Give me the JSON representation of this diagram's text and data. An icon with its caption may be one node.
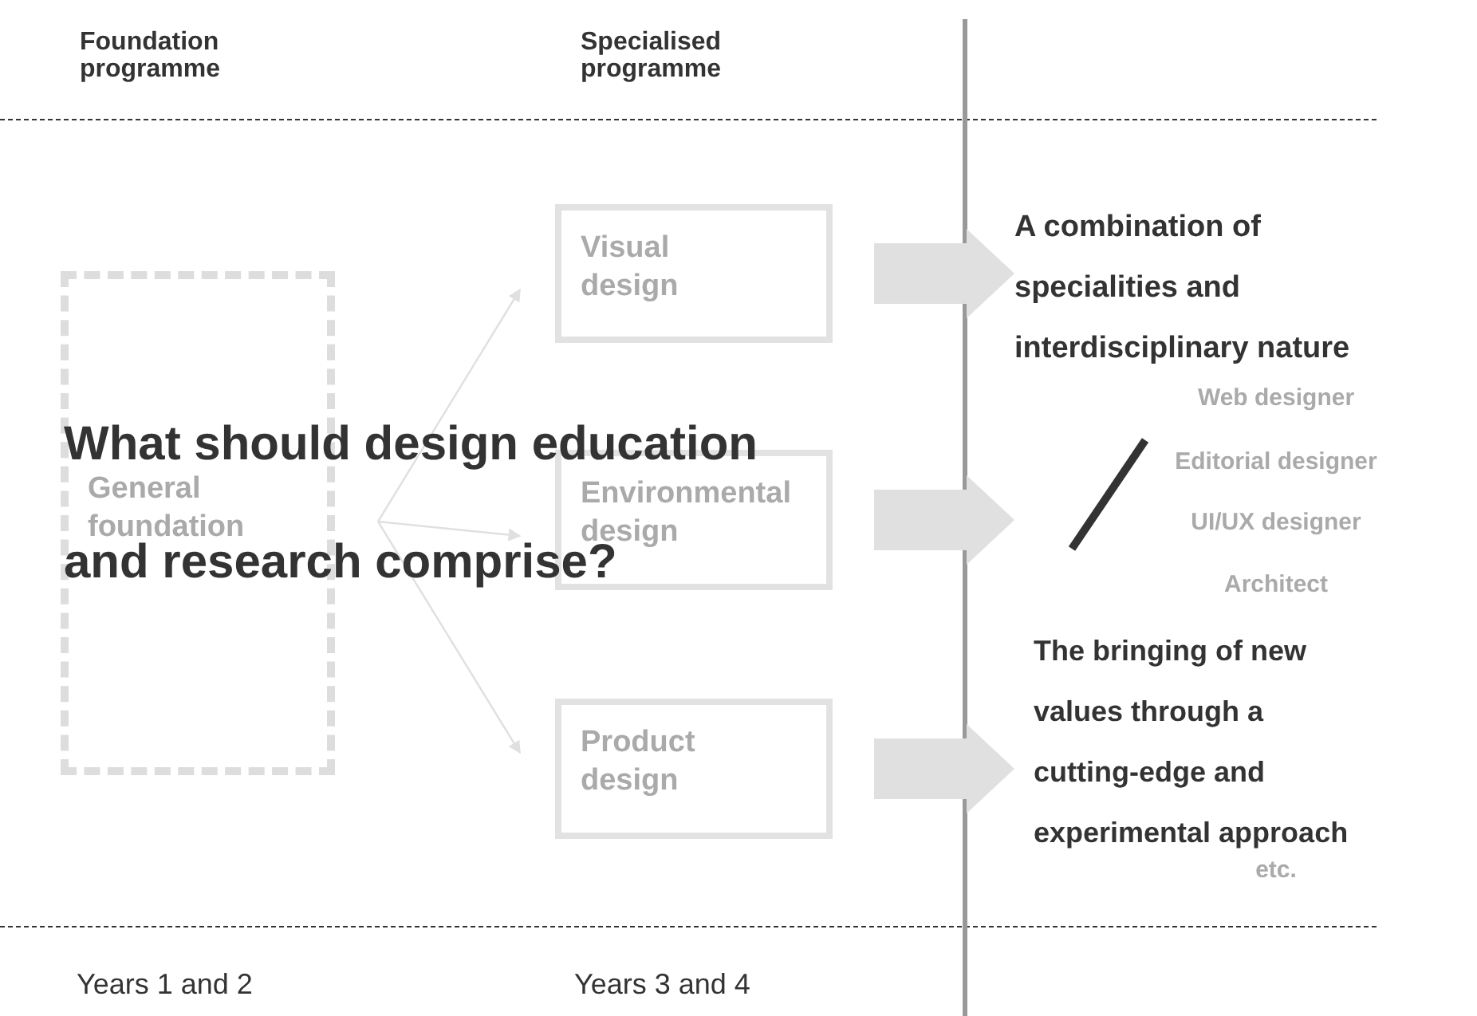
{
  "diagram": {
    "title": "What should design education and research comprise?",
    "nodes": [
      {
        "text": [
          "General foundation"
        ]
      },
      {
        "text": [
          "Visual design"
        ]
      },
      {
        "text": [
          "Environmental design"
        ]
      },
      {
        "text": [
          "Product design"
        ]
      }
    ],
    "edges": [
      {
        "from": 0,
        "to": 1,
        "arrow": "to"
      },
      {
        "from": 0,
        "to": 2,
        "arrow": "to"
      },
      {
        "from": 0,
        "to": 3,
        "arrow": "to"
      },
      {
        "from": 1,
        "to": null,
        "arrow": "to",
        "style": "thick"
      },
      {
        "from": 2,
        "to": null,
        "arrow": "to",
        "style": "thick"
      },
      {
        "from": 3,
        "to": null,
        "arrow": "to",
        "style": "thick"
      }
    ],
    "labels": [
      "Foundation programme",
      "Specialised programme",
      "A combination of specialities and interdisciplinary nature",
      "Web designer",
      "Editorial designer",
      "UI/UX designer",
      "Architect",
      "The bringing of new values through a cutting-edge and experimental approach",
      "etc.",
      "Years 1 and 2",
      "Years 3 and 4"
    ]
  }
}
